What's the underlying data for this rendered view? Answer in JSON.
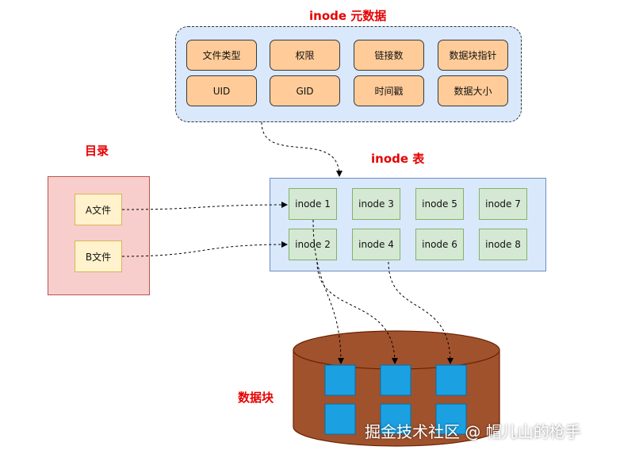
{
  "titles": {
    "inode_meta": "inode 元数据",
    "directory": "目录",
    "inode_table": "inode 表",
    "data_blocks": "数据块"
  },
  "inode_meta_fields": [
    "文件类型",
    "权限",
    "链接数",
    "数据块指针",
    "UID",
    "GID",
    "时间戳",
    "数据大小"
  ],
  "directory_files": [
    "A文件",
    "B文件"
  ],
  "inode_table_entries": [
    "inode 1",
    "inode 3",
    "inode 5",
    "inode 7",
    "inode 2",
    "inode 4",
    "inode 6",
    "inode 8"
  ],
  "watermark": "掘金技术社区 @ 帽儿山的枪手",
  "colors": {
    "title_red": "#e60000",
    "meta_bg": "#dae8fc",
    "field_fill": "#ffcc99",
    "directory_fill": "#f8cecc",
    "file_fill": "#fff2cc",
    "inode_fill": "#d5e8d4",
    "cylinder_fill": "#a0522d",
    "block_fill": "#1ba1e2"
  }
}
